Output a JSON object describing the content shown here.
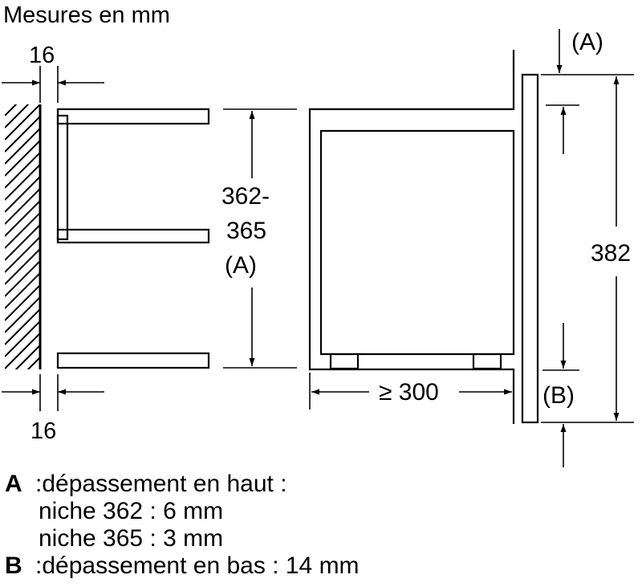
{
  "title": "Mesures en mm",
  "dimensions": {
    "wall_gap_top": "16",
    "wall_gap_bottom": "16",
    "niche_height_line1": "362-",
    "niche_height_line2": "365",
    "niche_height_ref": "(A)",
    "depth": "≥ 300",
    "total_height": "382",
    "ref_top": "(A)",
    "ref_bottom": "(B)"
  },
  "legend": {
    "a_key": "A",
    "a_text": ":dépassement en haut :",
    "a_line2": "niche 362 : 6 mm",
    "a_line3": "niche 365 : 3 mm",
    "b_key": "B",
    "b_text": ":dépassement en bas : 14 mm"
  },
  "colors": {
    "line": "#000000",
    "background": "#ffffff"
  }
}
